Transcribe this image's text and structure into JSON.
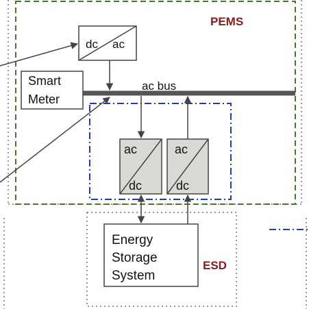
{
  "labels": {
    "pems": "PEMS",
    "esd": "ESD",
    "ac_bus": "ac bus",
    "smart_meter_line1": "Smart",
    "smart_meter_line2": "Meter",
    "top_converter_dc": "dc",
    "top_converter_ac": "ac",
    "converter_left_ac": "ac",
    "converter_left_dc": "dc",
    "converter_right_ac": "ac",
    "converter_right_dc": "dc",
    "storage_line1": "Energy",
    "storage_line2": "Storage",
    "storage_line3": "System"
  },
  "colors": {
    "pems_border": "#3f7a26",
    "pems_label": "#8b1a1a",
    "esd_label": "#8b1a1a",
    "blue_border": "#1a3fb0",
    "outer_dotted": "#777777",
    "bus": "#555555",
    "converter_fill": "#d9d9d6",
    "line": "#444444"
  }
}
